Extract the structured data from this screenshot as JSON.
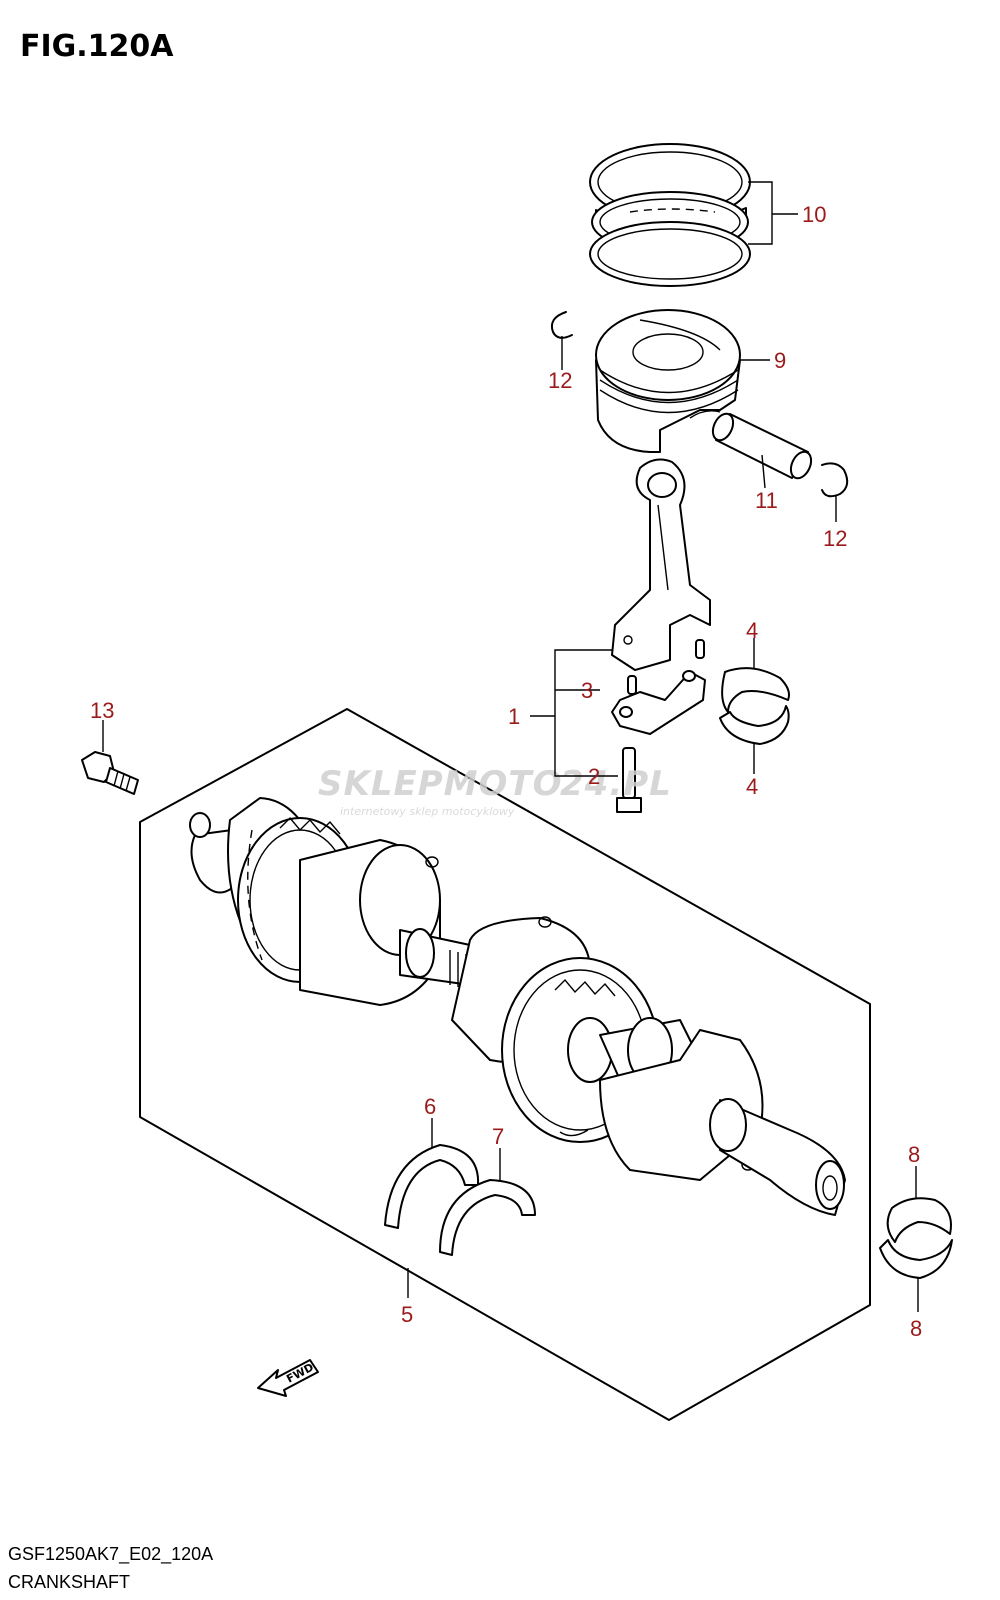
{
  "figure": {
    "title": "FIG.120A",
    "code": "GSF1250AK7_E02_120A",
    "name": "CRANKSHAFT"
  },
  "watermark": {
    "brand_a": "SKLEPMOTO",
    "brand_b": "24.PL",
    "tagline": "internetowy sklep motocyklowy"
  },
  "fwd_label": "FWD",
  "callouts": {
    "c1": "1",
    "c2": "2",
    "c3": "3",
    "c4a": "4",
    "c4b": "4",
    "c5": "5",
    "c6": "6",
    "c7": "7",
    "c8a": "8",
    "c8b": "8",
    "c9": "9",
    "c10": "10",
    "c11": "11",
    "c12a": "12",
    "c12b": "12",
    "c13": "13"
  },
  "colors": {
    "callout": "#9b1b1b",
    "line": "#000000",
    "watermark": "#cfcfcf"
  },
  "parts": [
    "piston-rings",
    "piston",
    "piston-pin",
    "circlip",
    "connecting-rod",
    "rod-cap",
    "bearing-shell",
    "rod-bolt",
    "crankshaft",
    "thrust-bearing",
    "main-bearing",
    "bolt"
  ]
}
